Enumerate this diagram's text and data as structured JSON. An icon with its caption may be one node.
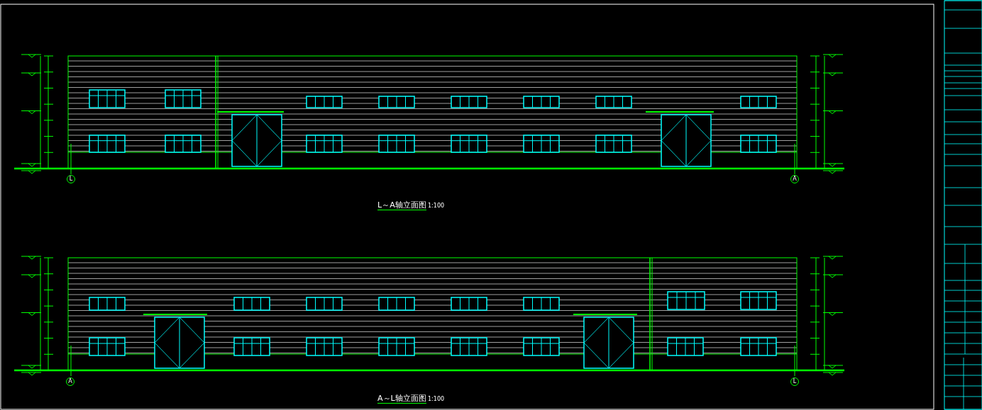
{
  "diagram": {
    "nodes": [
      {
        "text": [
          "L"
        ]
      },
      {
        "text": [
          "A"
        ]
      },
      {
        "text": [
          "A"
        ]
      },
      {
        "text": [
          "L"
        ]
      }
    ],
    "labels": [
      "L～A轴立面图",
      "1:100",
      "A～L轴立面图",
      "1:100"
    ]
  }
}
